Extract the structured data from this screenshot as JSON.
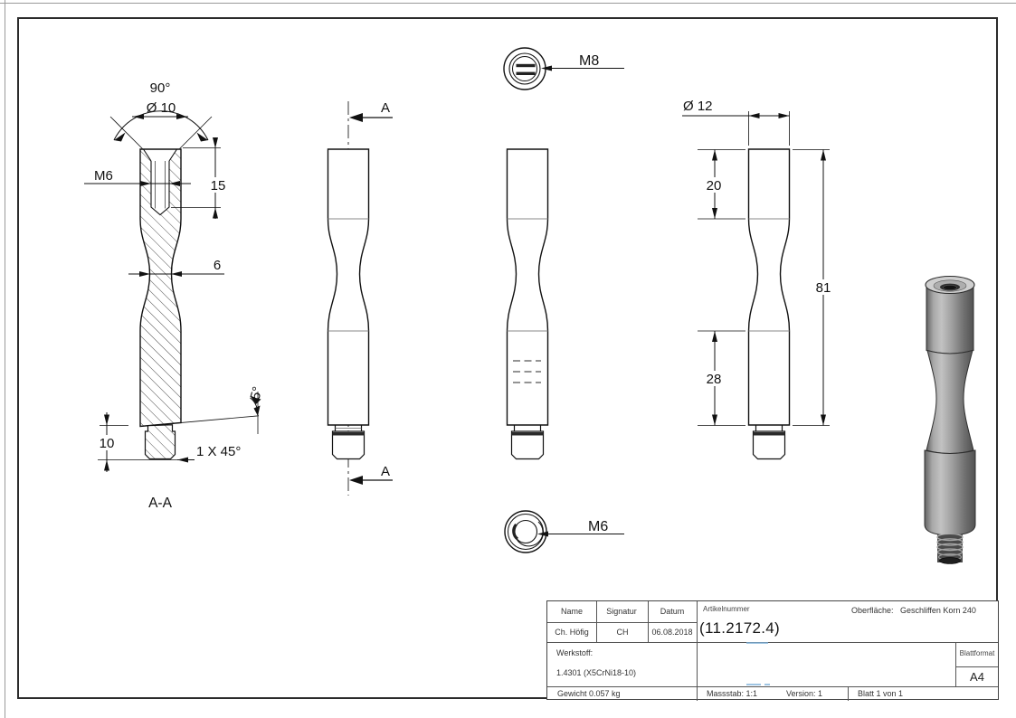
{
  "page": {
    "type": "technical-drawing",
    "sheet_format": "A4"
  },
  "colors": {
    "line": "#1a1a1a",
    "frame": "#2b2b2b",
    "metal_light": "#c2c2c2",
    "metal_dark": "#525252",
    "hint_blue": "#7fb2d9"
  },
  "annotations": {
    "angle_90": "90°",
    "dia_10": "Ø 10",
    "thread_m6_top": "M6",
    "depth_15": "15",
    "waist_6": "6",
    "angle_5": "5°",
    "stud_len_10": "10",
    "chamfer": "1 X 45°",
    "section_label": "A-A",
    "section_arrow_top": "A",
    "section_arrow_bottom": "A",
    "thread_m8": "M8",
    "thread_m6_bottom": "M6",
    "dia_12": "Ø 12",
    "len_20": "20",
    "len_81": "81",
    "len_28": "28"
  },
  "title_block": {
    "headers": {
      "name": "Name",
      "signatur": "Signatur",
      "datum": "Datum"
    },
    "name": "Ch. Höfig",
    "signatur": "CH",
    "datum": "06.08.2018",
    "artikelnummer_label": "Artikelnummer",
    "artikelnummer": "(11.2172.4)",
    "oberflaeche_label": "Oberfläche:",
    "oberflaeche_value": "Geschliffen Korn 240",
    "werkstoff_label": "Werkstoff:",
    "werkstoff_value": "1.4301 (X5CrNi18-10)",
    "blattformat_label": "Blattformat",
    "blattformat_value": "A4",
    "gewicht": "Gewicht 0.057 kg",
    "massstab": "Massstab: 1:1",
    "version": "Version: 1",
    "blatt": "Blatt 1 von 1"
  }
}
